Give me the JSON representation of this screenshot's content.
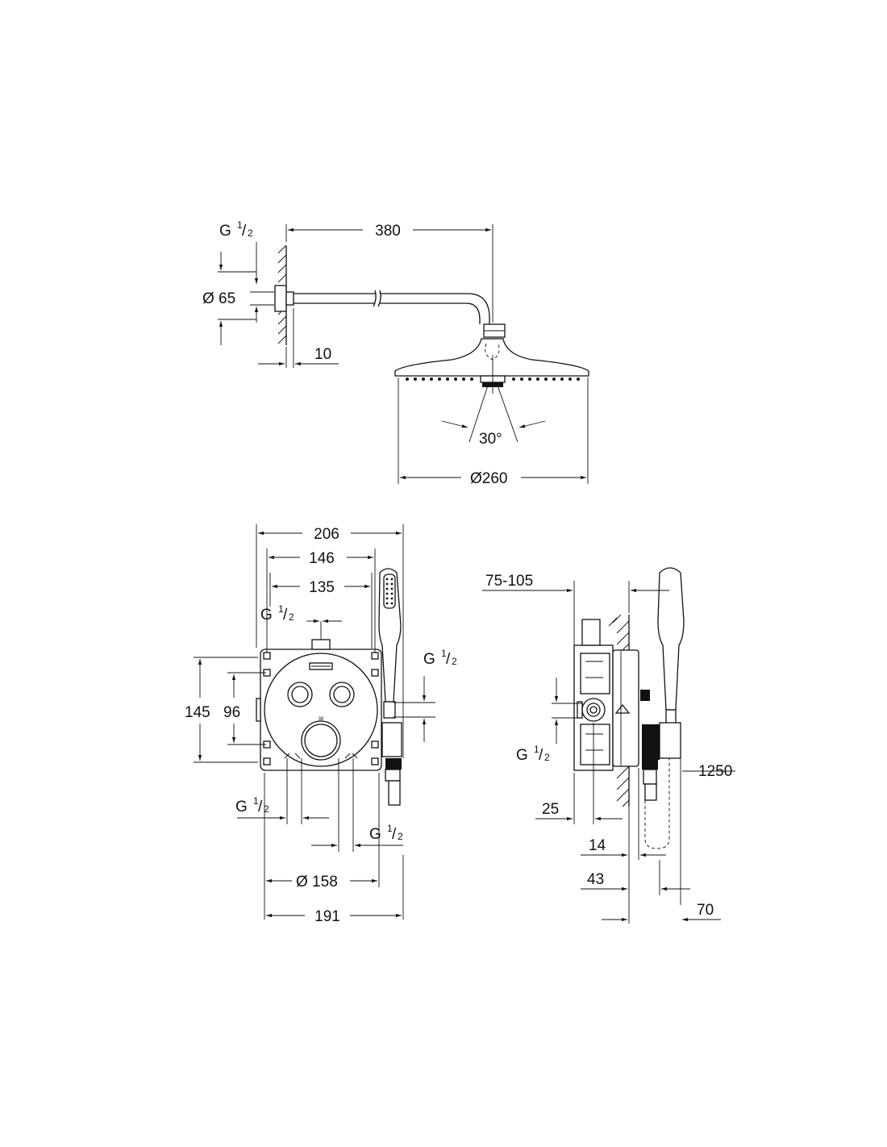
{
  "shower_head_view": {
    "thread_label": "G",
    "thread_fraction": {
      "num": "1",
      "den": "2"
    },
    "flange_diameter": "Ø 65",
    "wall_offset": "10",
    "arm_projection": "380",
    "spray_angle": "30°",
    "head_diameter": "Ø260"
  },
  "front_view": {
    "width_outer": "206",
    "width_mid": "146",
    "width_inner": "135",
    "height_outer": "145",
    "height_inner": "96",
    "thread_top": {
      "label": "G",
      "num": "1",
      "den": "2"
    },
    "thread_right": {
      "label": "G",
      "num": "1",
      "den": "2"
    },
    "thread_bottom_left": {
      "label": "G",
      "num": "1",
      "den": "2"
    },
    "thread_bottom_right": {
      "label": "G",
      "num": "1",
      "den": "2"
    },
    "plate_diameter": "Ø 158",
    "base_width": "191"
  },
  "side_view": {
    "install_depth": "75-105",
    "thread_side": {
      "label": "G",
      "num": "1",
      "den": "2"
    },
    "hose_length": "1250",
    "depth_25": "25",
    "depth_14": "14",
    "depth_43": "43",
    "depth_70": "70"
  }
}
